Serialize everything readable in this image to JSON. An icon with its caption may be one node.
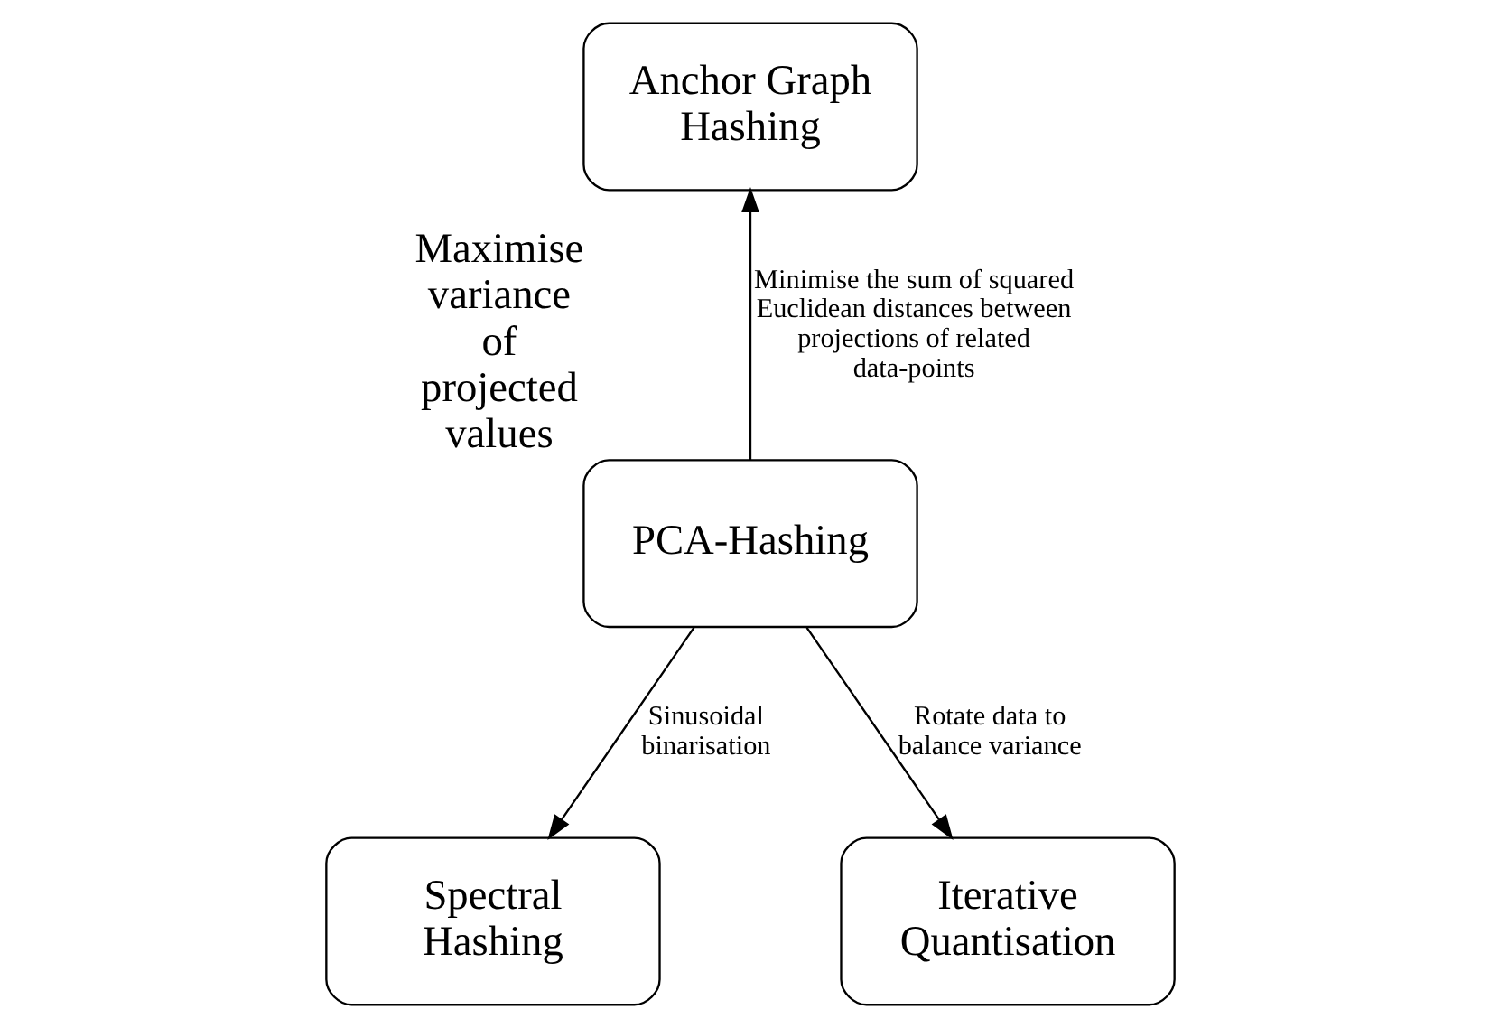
{
  "diagram": {
    "nodes": [
      {
        "text": [
          "Anchor Graph Hashing"
        ]
      },
      {
        "text": [
          "PCA-Hashing"
        ],
        "beside": [
          "Maximise variance of projected values"
        ]
      },
      {
        "text": [
          "Spectral Hashing"
        ]
      },
      {
        "text": [
          "Iterative Quantisation"
        ]
      }
    ],
    "edges": [
      {
        "from": 1,
        "to": 0,
        "arrow": "to",
        "label": "Minimise the sum of squared Euclidean distances between projections of related data-points"
      },
      {
        "from": 1,
        "to": 2,
        "arrow": "to",
        "label": "Sinusoidal binarisation"
      },
      {
        "from": 1,
        "to": 3,
        "arrow": "to",
        "label": "Rotate data to balance variance"
      }
    ]
  }
}
